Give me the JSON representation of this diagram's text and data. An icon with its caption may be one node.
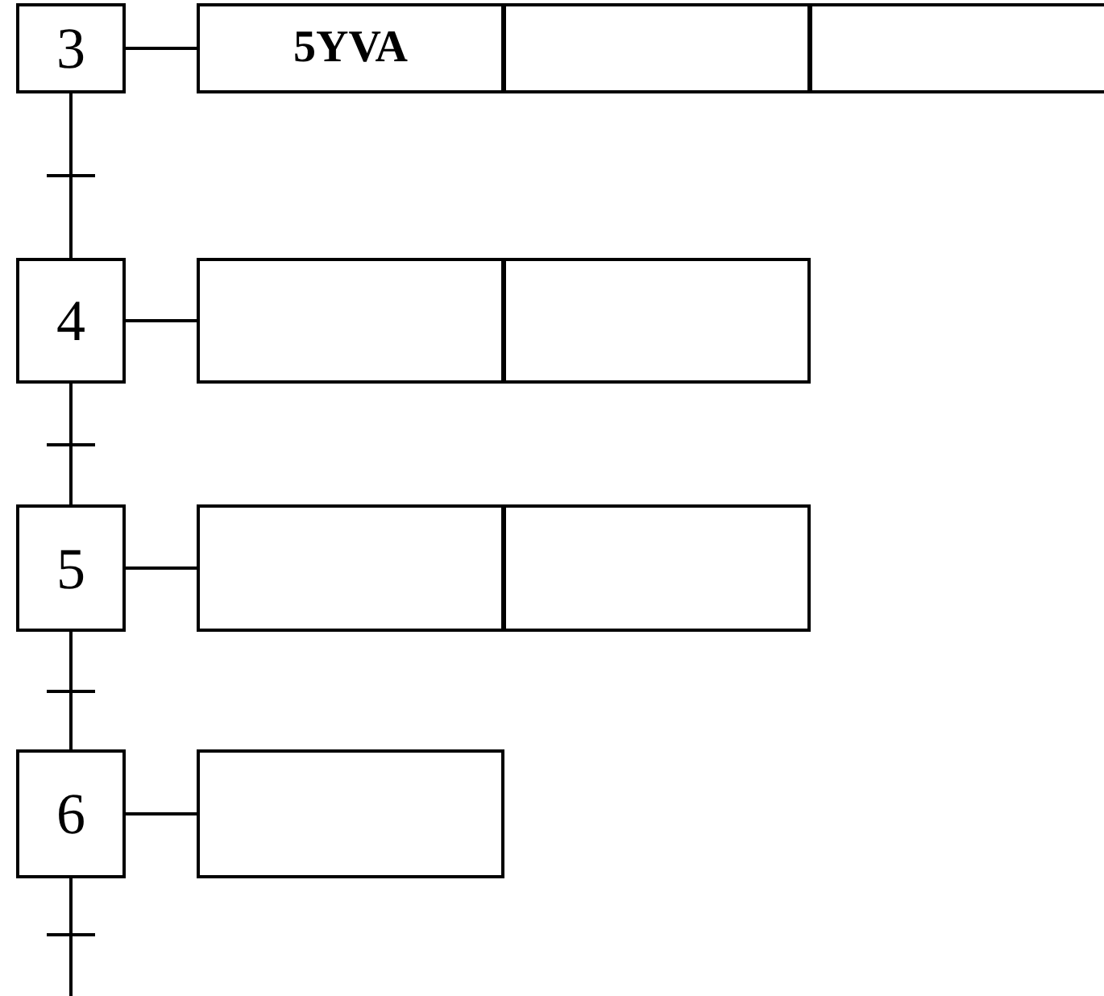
{
  "diagram": {
    "nodes": [
      {
        "text": [
          "3"
        ]
      },
      {
        "text": [
          "5YVA"
        ]
      },
      {
        "text": [],
        "shape": "box"
      },
      {
        "text": [],
        "shape": "box"
      },
      {
        "text": [
          "4"
        ]
      },
      {
        "text": [],
        "shape": "box"
      },
      {
        "text": [],
        "shape": "box"
      },
      {
        "text": [
          "5"
        ]
      },
      {
        "text": [],
        "shape": "box"
      },
      {
        "text": [],
        "shape": "box"
      },
      {
        "text": [
          "6"
        ]
      },
      {
        "text": [],
        "shape": "box"
      }
    ],
    "edges": [
      {
        "from": 0,
        "to": 1,
        "arrow": "none"
      },
      {
        "from": 0,
        "to": 4,
        "arrow": "none"
      },
      {
        "from": 4,
        "to": 5,
        "arrow": "none"
      },
      {
        "from": 4,
        "to": 7,
        "arrow": "none"
      },
      {
        "from": 7,
        "to": 8,
        "arrow": "none"
      },
      {
        "from": 7,
        "to": 10,
        "arrow": "none"
      },
      {
        "from": 10,
        "to": 11,
        "arrow": "none"
      },
      {
        "from": 10,
        "to": null,
        "arrow": "none"
      }
    ]
  }
}
